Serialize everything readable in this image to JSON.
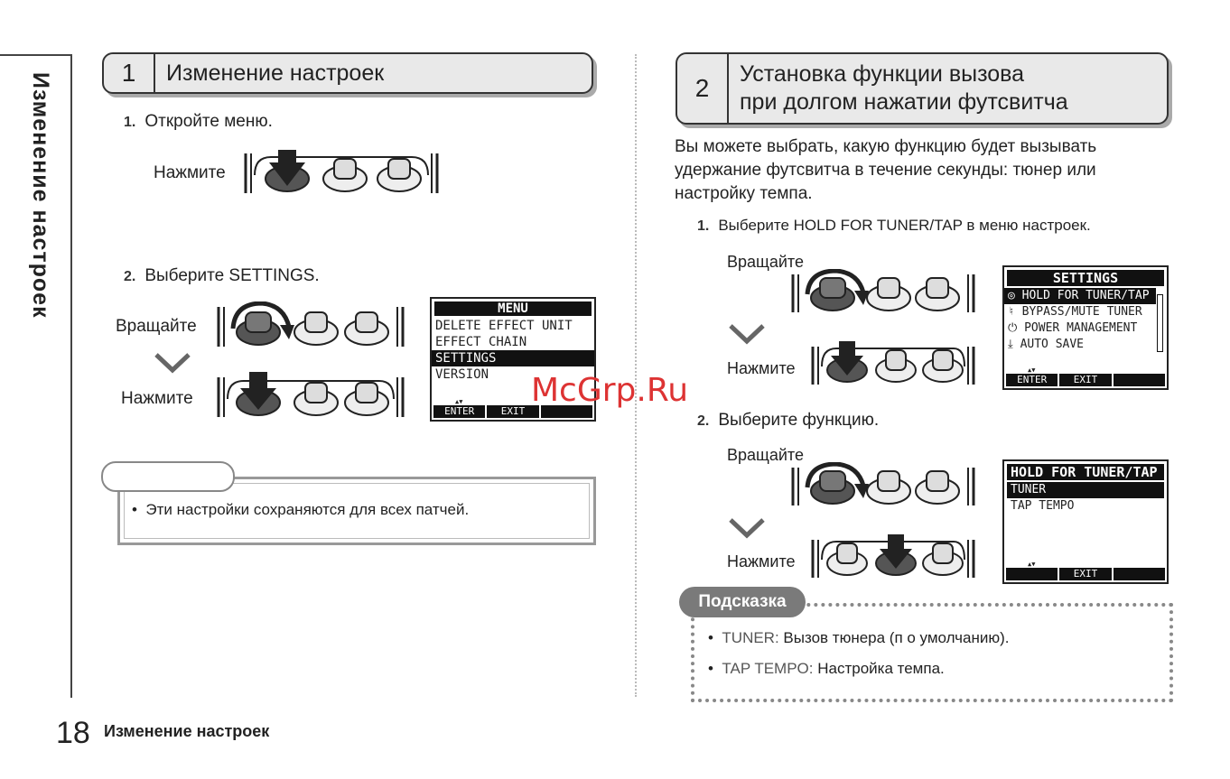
{
  "side_title": "Изменение настроек",
  "section1": {
    "num": "1",
    "title": "Изменение настроек",
    "step1": {
      "num": "1.",
      "text": "Откройте меню.",
      "action": "Нажмите"
    },
    "step2": {
      "num": "2.",
      "text": "Выберите SETTINGS.",
      "rotate": "Вращайте",
      "press": "Нажмите"
    },
    "lcd": {
      "header": "MENU",
      "rows": [
        "DELETE EFFECT UNIT",
        "EFFECT CHAIN",
        "SETTINGS",
        "VERSION"
      ],
      "selected": 2,
      "arrows": "▲▼",
      "footer": [
        "ENTER",
        "EXIT",
        ""
      ]
    },
    "note": "Эти настройки сохраняются для всех патчей."
  },
  "section2": {
    "num": "2",
    "title": "Установка функции вызова\nпри долгом нажатии футсвитча",
    "intro": "Вы можете выбрать, какую функцию будет вызывать удержание футсвитча в течение секунды: тюнер или настройку темпа.",
    "step1": {
      "num": "1.",
      "text": "Выберите HOLD FOR TUNER/TAP в меню настроек.",
      "rotate": "Вращайте",
      "press": "Нажмите"
    },
    "lcd1": {
      "header": "SETTINGS",
      "rows": [
        "◎ HOLD FOR TUNER/TAP",
        "♮ BYPASS/MUTE TUNER",
        "⏻ POWER MANAGEMENT",
        "⤓ AUTO SAVE"
      ],
      "selected": 0,
      "arrows": "▲▼",
      "footer": [
        "ENTER",
        "EXIT",
        ""
      ]
    },
    "step2": {
      "num": "2.",
      "text": "Выберите функцию.",
      "rotate": "Вращайте",
      "press": "Нажмите"
    },
    "lcd2": {
      "header": "HOLD FOR TUNER/TAP",
      "rows": [
        "TUNER",
        "TAP TEMPO"
      ],
      "selected": 0,
      "arrows": "▲▼",
      "footer": [
        "",
        "EXIT",
        ""
      ]
    },
    "tip": {
      "label": "Подсказка",
      "items": [
        {
          "key": "TUNER:",
          "text": " Вызов тюнера (п о умолчанию)."
        },
        {
          "key": "TAP TEMPO:",
          "text": " Настройка темпа."
        }
      ]
    }
  },
  "watermark": "McGrp.Ru",
  "footer": {
    "page": "18",
    "label": "Изменение настроек"
  }
}
